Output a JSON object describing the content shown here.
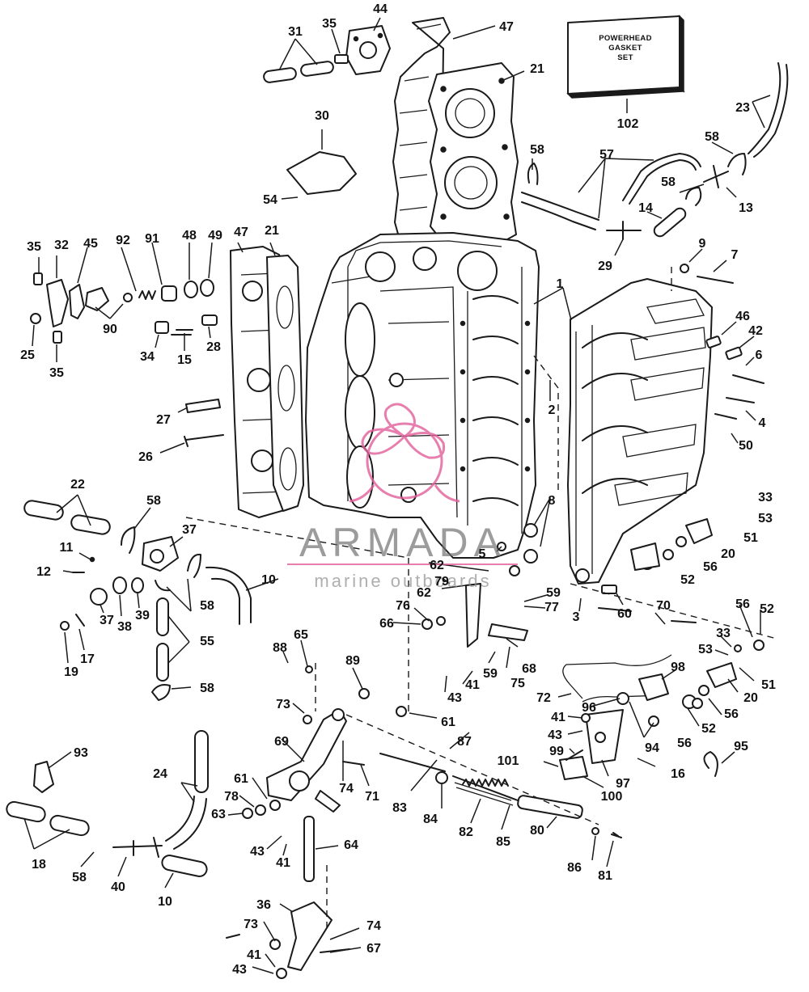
{
  "gasket_set_box": {
    "line1": "POWERHEAD",
    "line2": "GASKET",
    "line3": "SET"
  },
  "watermark": {
    "brand": "ARMADA",
    "tagline": "marine outboards",
    "accent_color": "#e25f9a",
    "text_color": "#6f6f6f"
  },
  "callouts": {
    "c1": "1",
    "c2": "2",
    "c3": "3",
    "c4": "4",
    "c5": "5",
    "c6": "6",
    "c7": "7",
    "c8": "8",
    "c9": "9",
    "c10a": "10",
    "c10b": "10",
    "c11": "11",
    "c12": "12",
    "c13": "13",
    "c14": "14",
    "c15": "15",
    "c16": "16",
    "c17": "17",
    "c18": "18",
    "c19": "19",
    "c20a": "20",
    "c20b": "20",
    "c21a": "21",
    "c21b": "21",
    "c22": "22",
    "c23": "23",
    "c24": "24",
    "c25": "25",
    "c26": "26",
    "c27": "27",
    "c28": "28",
    "c29": "29",
    "c30": "30",
    "c31": "31",
    "c32": "32",
    "c33a": "33",
    "c33b": "33",
    "c34": "34",
    "c35a": "35",
    "c35b": "35",
    "c35c": "35",
    "c36": "36",
    "c37a": "37",
    "c37b": "37",
    "c38": "38",
    "c39": "39",
    "c40": "40",
    "c41a": "41",
    "c41b": "41",
    "c41c": "41",
    "c41d": "41",
    "c42": "42",
    "c43a": "43",
    "c43b": "43",
    "c43c": "43",
    "c43d": "43",
    "c44": "44",
    "c45": "45",
    "c46": "46",
    "c47a": "47",
    "c47b": "47",
    "c48": "48",
    "c49": "49",
    "c50": "50",
    "c51a": "51",
    "c51b": "51",
    "c52a": "52",
    "c52b": "52",
    "c52c": "52",
    "c53a": "53",
    "c53b": "53",
    "c54": "54",
    "c55": "55",
    "c56a": "56",
    "c56b": "56",
    "c56c": "56",
    "c56d": "56",
    "c57": "57",
    "c58a": "58",
    "c58b": "58",
    "c58c": "58",
    "c58d": "58",
    "c58e": "58",
    "c58f": "58",
    "c58g": "58",
    "c59a": "59",
    "c59b": "59",
    "c60": "60",
    "c61a": "61",
    "c61b": "61",
    "c62a": "62",
    "c62b": "62",
    "c63": "63",
    "c64": "64",
    "c65": "65",
    "c66": "66",
    "c67": "67",
    "c68": "68",
    "c69": "69",
    "c70": "70",
    "c71": "71",
    "c72": "72",
    "c73a": "73",
    "c73b": "73",
    "c74a": "74",
    "c74b": "74",
    "c75": "75",
    "c76": "76",
    "c77": "77",
    "c78": "78",
    "c79": "79",
    "c80": "80",
    "c81": "81",
    "c82": "82",
    "c83": "83",
    "c84": "84",
    "c85": "85",
    "c86": "86",
    "c87": "87",
    "c88": "88",
    "c89": "89",
    "c90": "90",
    "c91": "91",
    "c92": "92",
    "c93": "93",
    "c94": "94",
    "c95": "95",
    "c96": "96",
    "c97": "97",
    "c98": "98",
    "c99": "99",
    "c100": "100",
    "c101": "101",
    "c102": "102"
  }
}
